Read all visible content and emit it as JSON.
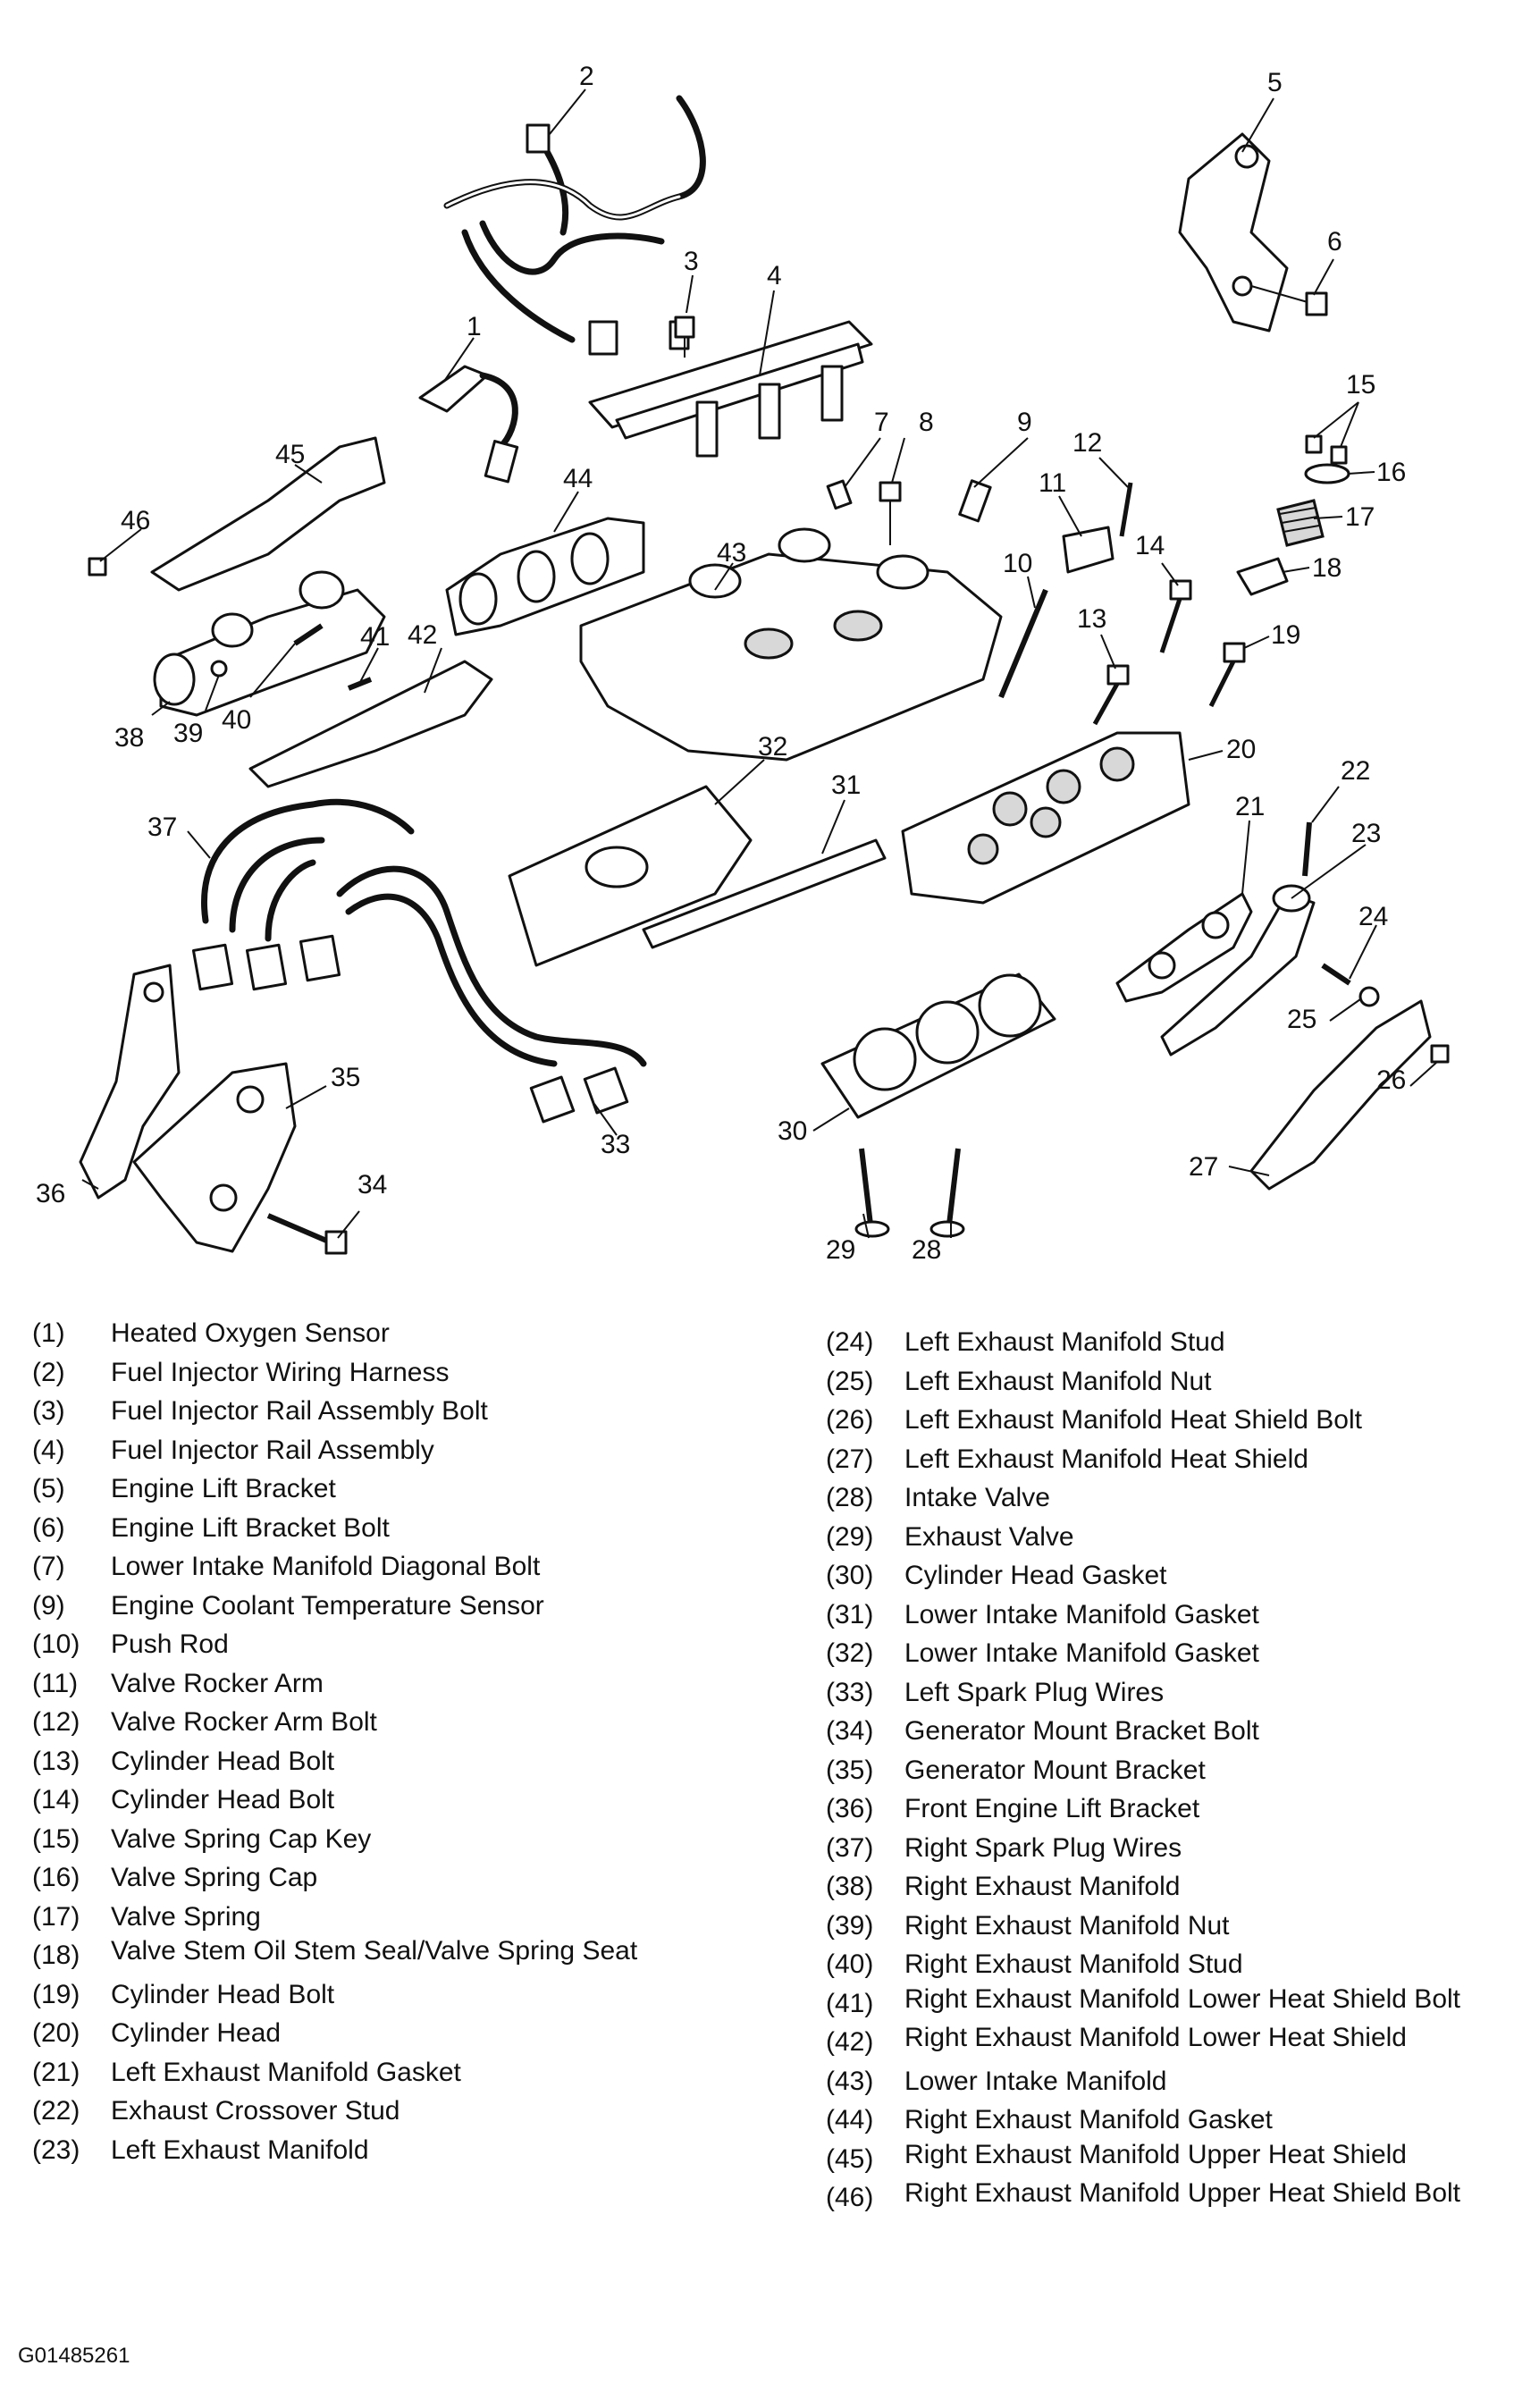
{
  "callouts": [
    "1",
    "2",
    "3",
    "4",
    "5",
    "6",
    "7",
    "8",
    "9",
    "10",
    "11",
    "12",
    "13",
    "14",
    "15",
    "16",
    "17",
    "18",
    "19",
    "20",
    "21",
    "22",
    "23",
    "24",
    "25",
    "26",
    "27",
    "28",
    "29",
    "30",
    "31",
    "32",
    "33",
    "34",
    "35",
    "36",
    "37",
    "38",
    "39",
    "40",
    "41",
    "42",
    "43",
    "44",
    "45",
    "46"
  ],
  "legend_left": [
    {
      "num": "(1)",
      "label": "Heated Oxygen Sensor"
    },
    {
      "num": "(2)",
      "label": "Fuel Injector Wiring Harness"
    },
    {
      "num": "(3)",
      "label": "Fuel Injector Rail Assembly Bolt"
    },
    {
      "num": "(4)",
      "label": "Fuel Injector Rail Assembly"
    },
    {
      "num": "(5)",
      "label": "Engine Lift Bracket"
    },
    {
      "num": "(6)",
      "label": "Engine Lift Bracket Bolt"
    },
    {
      "num": "(7)",
      "label": "Lower Intake Manifold Diagonal Bolt"
    },
    {
      "num": "(9)",
      "label": "Engine Coolant Temperature Sensor"
    },
    {
      "num": "(10)",
      "label": "Push Rod"
    },
    {
      "num": "(11)",
      "label": "Valve Rocker Arm"
    },
    {
      "num": "(12)",
      "label": "Valve Rocker Arm Bolt"
    },
    {
      "num": "(13)",
      "label": "Cylinder Head Bolt"
    },
    {
      "num": "(14)",
      "label": "Cylinder Head Bolt"
    },
    {
      "num": "(15)",
      "label": "Valve Spring Cap Key"
    },
    {
      "num": "(16)",
      "label": "Valve Spring Cap"
    },
    {
      "num": "(17)",
      "label": "Valve Spring"
    },
    {
      "num": "(18)",
      "label": "Valve Stem Oil Stem Seal/Valve Spring Seat"
    },
    {
      "num": "(19)",
      "label": "Cylinder Head Bolt"
    },
    {
      "num": "(20)",
      "label": "Cylinder Head"
    },
    {
      "num": "(21)",
      "label": "Left Exhaust Manifold Gasket"
    },
    {
      "num": "(22)",
      "label": "Exhaust Crossover Stud"
    },
    {
      "num": "(23)",
      "label": "Left Exhaust Manifold"
    }
  ],
  "legend_right": [
    {
      "num": "(24)",
      "label": "Left Exhaust Manifold Stud"
    },
    {
      "num": "(25)",
      "label": "Left Exhaust Manifold Nut"
    },
    {
      "num": "(26)",
      "label": "Left Exhaust Manifold Heat Shield Bolt"
    },
    {
      "num": "(27)",
      "label": "Left Exhaust Manifold Heat Shield"
    },
    {
      "num": "(28)",
      "label": "Intake Valve"
    },
    {
      "num": "(29)",
      "label": "Exhaust Valve"
    },
    {
      "num": "(30)",
      "label": "Cylinder Head Gasket"
    },
    {
      "num": "(31)",
      "label": "Lower Intake Manifold Gasket"
    },
    {
      "num": "(32)",
      "label": "Lower Intake Manifold Gasket"
    },
    {
      "num": "(33)",
      "label": "Left Spark Plug Wires"
    },
    {
      "num": "(34)",
      "label": "Generator Mount Bracket Bolt"
    },
    {
      "num": "(35)",
      "label": "Generator Mount Bracket"
    },
    {
      "num": "(36)",
      "label": "Front Engine Lift Bracket"
    },
    {
      "num": "(37)",
      "label": "Right Spark Plug Wires"
    },
    {
      "num": "(38)",
      "label": "Right Exhaust Manifold"
    },
    {
      "num": "(39)",
      "label": "Right Exhaust Manifold Nut"
    },
    {
      "num": "(40)",
      "label": "Right Exhaust Manifold Stud"
    },
    {
      "num": "(41)",
      "label": "Right Exhaust Manifold Lower Heat Shield Bolt"
    },
    {
      "num": "(42)",
      "label": "Right Exhaust Manifold Lower Heat Shield"
    },
    {
      "num": "(43)",
      "label": "Lower Intake Manifold"
    },
    {
      "num": "(44)",
      "label": "Right Exhaust Manifold Gasket"
    },
    {
      "num": "(45)",
      "label": "Right Exhaust Manifold Upper Heat Shield"
    },
    {
      "num": "(46)",
      "label": "Right Exhaust Manifold Upper Heat Shield Bolt"
    }
  ],
  "figure_id": "G01485261"
}
